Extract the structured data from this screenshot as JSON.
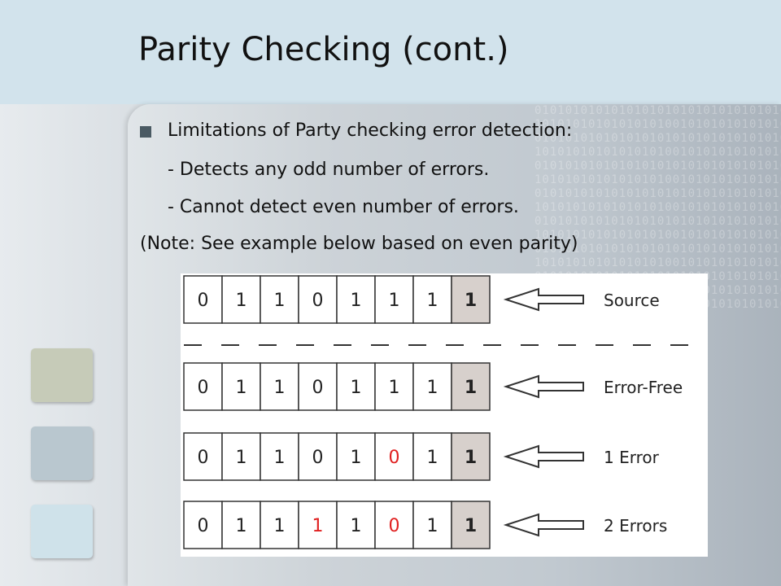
{
  "slide": {
    "title": "Parity Checking (cont.)",
    "bullet": "Limitations of Party checking error detection:",
    "points": [
      "- Detects any odd number of errors.",
      "- Cannot detect even number of errors."
    ],
    "note": "(Note: See example below based on even parity)"
  },
  "diagram": {
    "rows": [
      {
        "label": "Source",
        "bits": [
          "0",
          "1",
          "1",
          "0",
          "1",
          "1",
          "1",
          "1"
        ],
        "error_positions": []
      },
      {
        "label": "Error-Free",
        "bits": [
          "0",
          "1",
          "1",
          "0",
          "1",
          "1",
          "1",
          "1"
        ],
        "error_positions": []
      },
      {
        "label": "1 Error",
        "bits": [
          "0",
          "1",
          "1",
          "0",
          "1",
          "0",
          "1",
          "1"
        ],
        "error_positions": [
          5
        ]
      },
      {
        "label": "2 Errors",
        "bits": [
          "0",
          "1",
          "1",
          "1",
          "1",
          "0",
          "1",
          "1"
        ],
        "error_positions": [
          3,
          5
        ]
      }
    ],
    "parity_bit_index": 7
  },
  "colors": {
    "title_band": "#d2e3ec",
    "bit_normal": "#222222",
    "bit_error": "#e02020",
    "parity_cell": "#d7d0cc"
  },
  "watermark": "010101010101010101"
}
